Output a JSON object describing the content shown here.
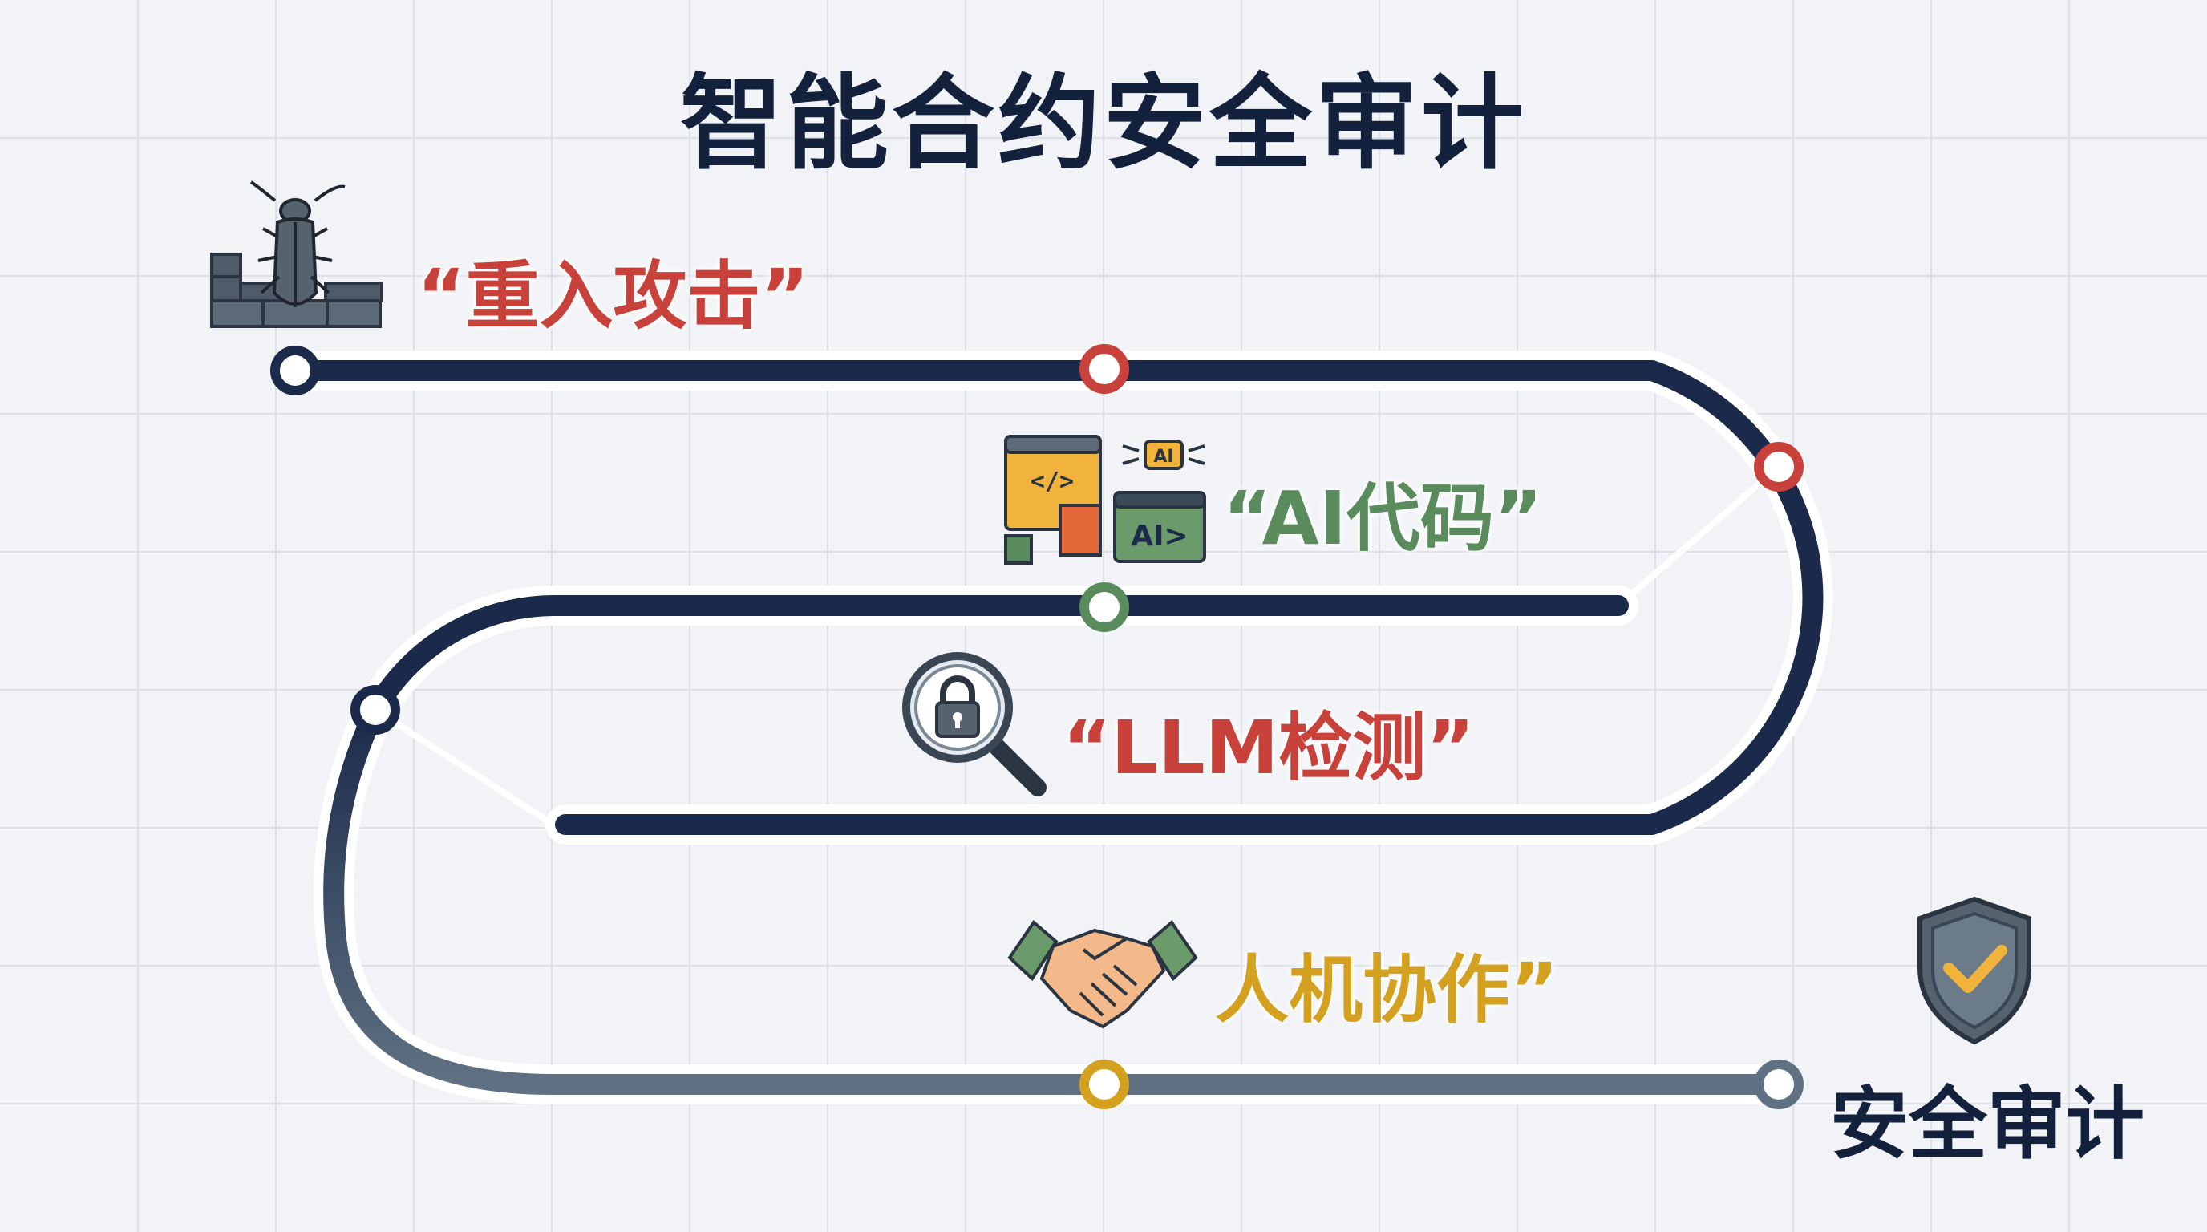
{
  "title": "智能合约安全审计",
  "colors": {
    "navy": "#1b2a4a",
    "slate": "#5f7182",
    "red": "#c8413a",
    "green": "#5a8b5c",
    "gold": "#d4a020",
    "background": "#f1f3f6"
  },
  "stages": [
    {
      "label": "“重入攻击”",
      "icon": "beetle-bug-icon",
      "color": "#c8413a"
    },
    {
      "label": "“AI代码”",
      "icon": "code-window-ai-icon",
      "color": "#5a8b5c"
    },
    {
      "label": "“LLM检测”",
      "icon": "magnifier-lock-icon",
      "color": "#c8413a"
    },
    {
      "label": "人机协作”",
      "icon": "handshake-icon",
      "color": "#d4a020"
    }
  ],
  "end": {
    "label": "安全审计",
    "icon": "shield-check-icon"
  }
}
